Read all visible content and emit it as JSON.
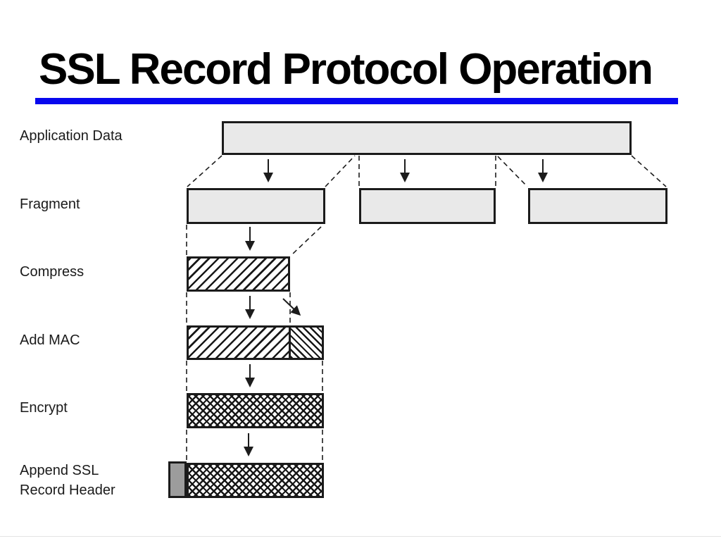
{
  "slide": {
    "title": "SSL Record Protocol Operation",
    "accent_color": "#0707EE",
    "background_color": "#FFFFFF"
  },
  "diagram": {
    "steps": [
      {
        "label": "Application Data"
      },
      {
        "label": "Fragment"
      },
      {
        "label": "Compress"
      },
      {
        "label": "Add MAC"
      },
      {
        "label": "Encrypt"
      },
      {
        "label": "Append SSL\nRecord Header"
      }
    ],
    "colors": {
      "plain_box_fill": "#E9E9E9",
      "box_border": "#1B1B1B",
      "record_header_fill": "#9C9C9C",
      "hatch_line": "#181818"
    },
    "patterns": {
      "compress_box": "forward-diagonal-hatch",
      "mac_segment": "back-diagonal-hatch",
      "encrypt_box": "crosshatch",
      "final_record_box": "crosshatch"
    }
  }
}
